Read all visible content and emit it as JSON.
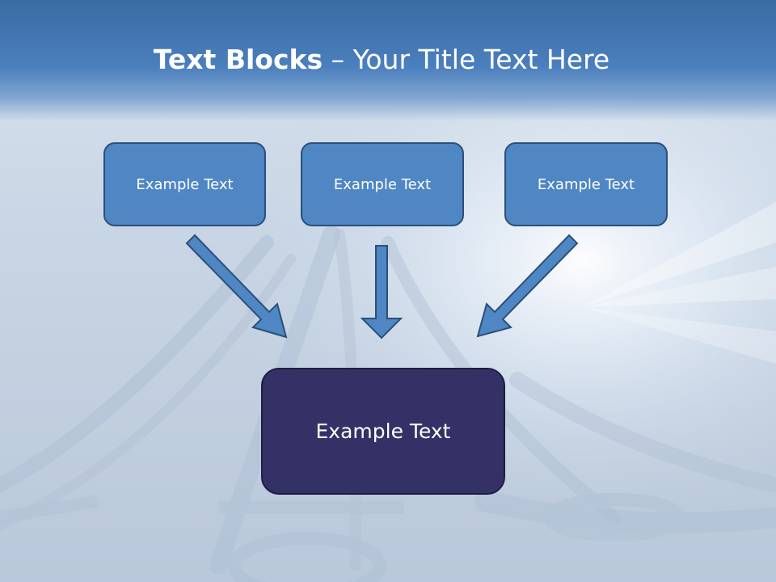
{
  "slide": {
    "title_bold": "Text Blocks",
    "title_rest": " – Your Title Text Here"
  },
  "blocks": [
    {
      "label": "Example Text"
    },
    {
      "label": "Example Text"
    },
    {
      "label": "Example Text"
    }
  ],
  "target": {
    "label": "Example Text"
  },
  "colors": {
    "header": "#4a7fbd",
    "block_fill": "#4f86c4",
    "target_fill": "#343166",
    "arrow_fill": "#4f86c4"
  }
}
